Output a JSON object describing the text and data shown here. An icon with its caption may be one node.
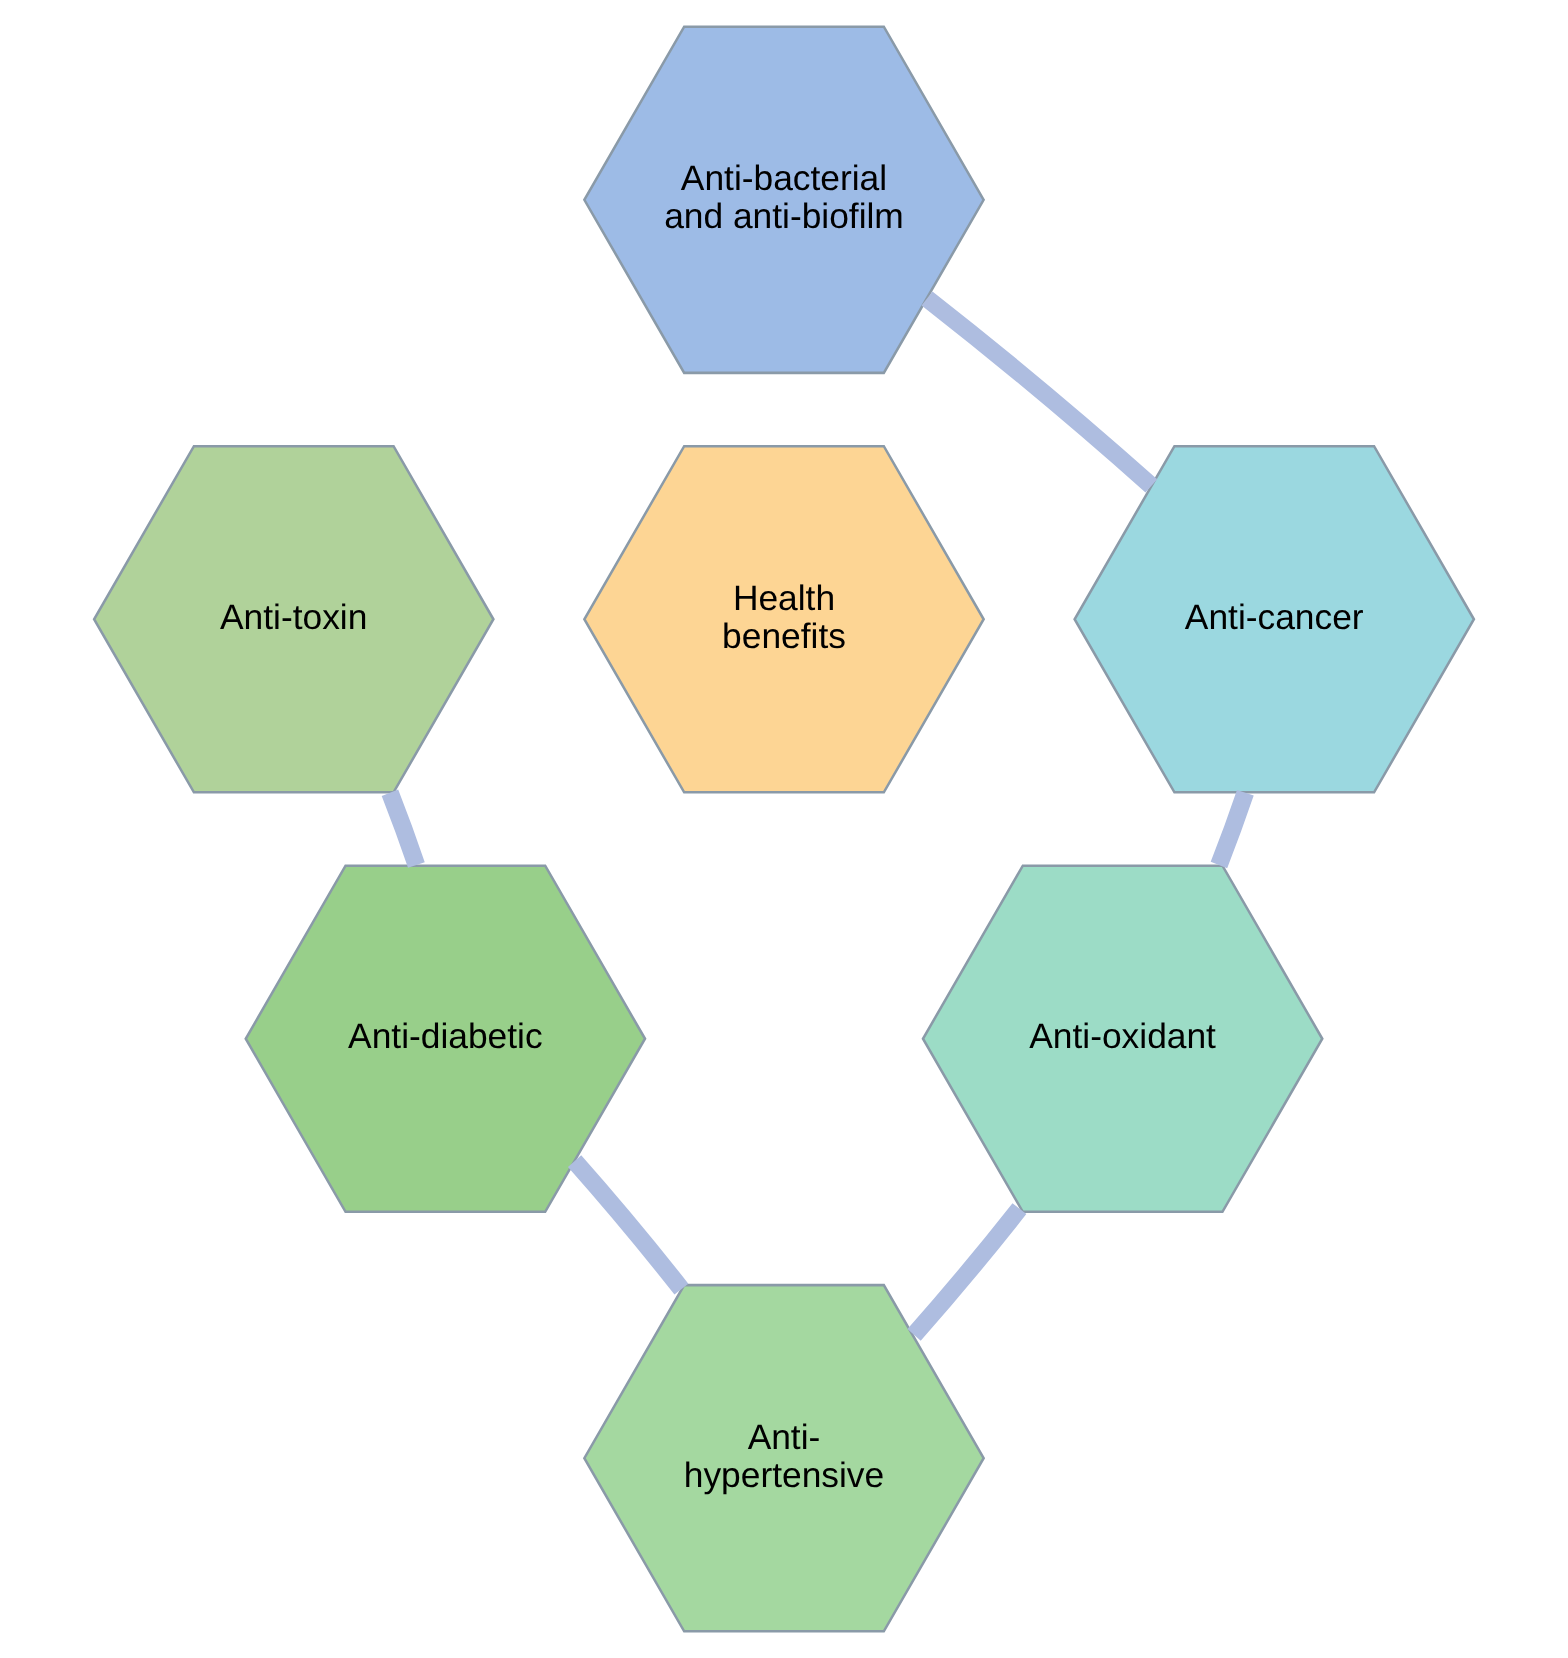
{
  "diagram": {
    "nodes": [
      {
        "text": [
          "Anti-bacterial and anti-biofilm"
        ]
      },
      {
        "text": [
          "Anti-toxin"
        ]
      },
      {
        "text": [
          "Anti-cancer"
        ]
      },
      {
        "text": [
          "Health benefits"
        ]
      },
      {
        "text": [
          "Anti-diabetic"
        ]
      },
      {
        "text": [
          "Anti-oxidant"
        ]
      },
      {
        "text": [
          "Anti-hypertensive"
        ]
      }
    ],
    "edges": [
      {
        "from": 0,
        "to": 2,
        "arrow": "none"
      },
      {
        "from": 2,
        "to": 5,
        "arrow": "none"
      },
      {
        "from": 5,
        "to": 6,
        "arrow": "none"
      },
      {
        "from": 6,
        "to": 4,
        "arrow": "none"
      },
      {
        "from": 4,
        "to": 1,
        "arrow": "none"
      }
    ]
  }
}
